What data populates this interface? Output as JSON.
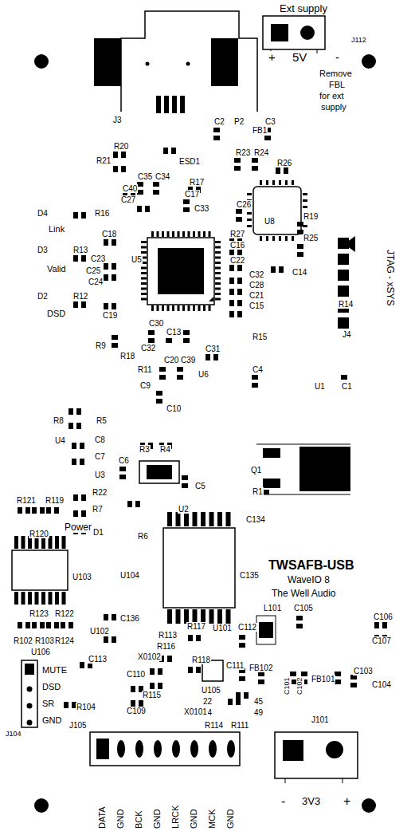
{
  "diagram": {
    "labels": [
      "Ext supply",
      "J112",
      "+",
      "5V",
      "-",
      "Remove",
      "FBL",
      "for ext",
      "supply",
      "J3",
      "C2",
      "P2",
      "FB1",
      "C3",
      "R20",
      "R21",
      "ESD1",
      "R23",
      "R24",
      "R26",
      "R17",
      "C35",
      "C34",
      "C40",
      "C17",
      "C27",
      "C33",
      "C26",
      "U8",
      "R19",
      "D4",
      "R16",
      "Link",
      "R25",
      "C18",
      "R27",
      "C16",
      "D3",
      "R13",
      "C23",
      "U5",
      "C22",
      "Valid",
      "C25",
      "C14",
      "C32",
      "C24",
      "C28",
      "C21",
      "D2",
      "R12",
      "C15",
      "R14",
      "DSD",
      "C19",
      "JTAG - xSYS",
      "C30",
      "J4",
      "C13",
      "R15",
      "R9",
      "C31",
      "R18",
      "C32",
      "R11",
      "C20",
      "C39",
      "U6",
      "C4",
      "U1",
      "C1",
      "C9",
      "C10",
      "R8",
      "R5",
      "U4",
      "C8",
      "R3",
      "R4",
      "C6",
      "C7",
      "U3",
      "C5",
      "R1",
      "Q1",
      "R22",
      "R121",
      "R119",
      "R7",
      "U2",
      "C134",
      "R6",
      "D1",
      "R120",
      "Power",
      "TWSAFB-USB",
      "U103",
      "U104",
      "C135",
      "WaveIO 8",
      "The Well Audio",
      "L101",
      "C105",
      "C106",
      "R123",
      "R122",
      "C136",
      "U102",
      "R102",
      "R103",
      "R124",
      "U106",
      "C113",
      "R113",
      "R117",
      "U101",
      "C112",
      "C107",
      "R116",
      "R118",
      "X0102",
      "C110",
      "C111",
      "FB102",
      "C101",
      "C102",
      "FB101",
      "C103",
      "C104",
      "U105",
      "22",
      "24",
      "45",
      "49",
      "R114",
      "R111",
      "R115",
      "X0101",
      "C109",
      "R104",
      "MUTE",
      "DSD",
      "SR",
      "GND",
      "J104",
      "J105",
      "J101",
      "DATA",
      "GND",
      "BCK",
      "GND",
      "LRCK",
      "GND",
      "MCK",
      "GND",
      "-",
      "3V3",
      "+"
    ]
  }
}
